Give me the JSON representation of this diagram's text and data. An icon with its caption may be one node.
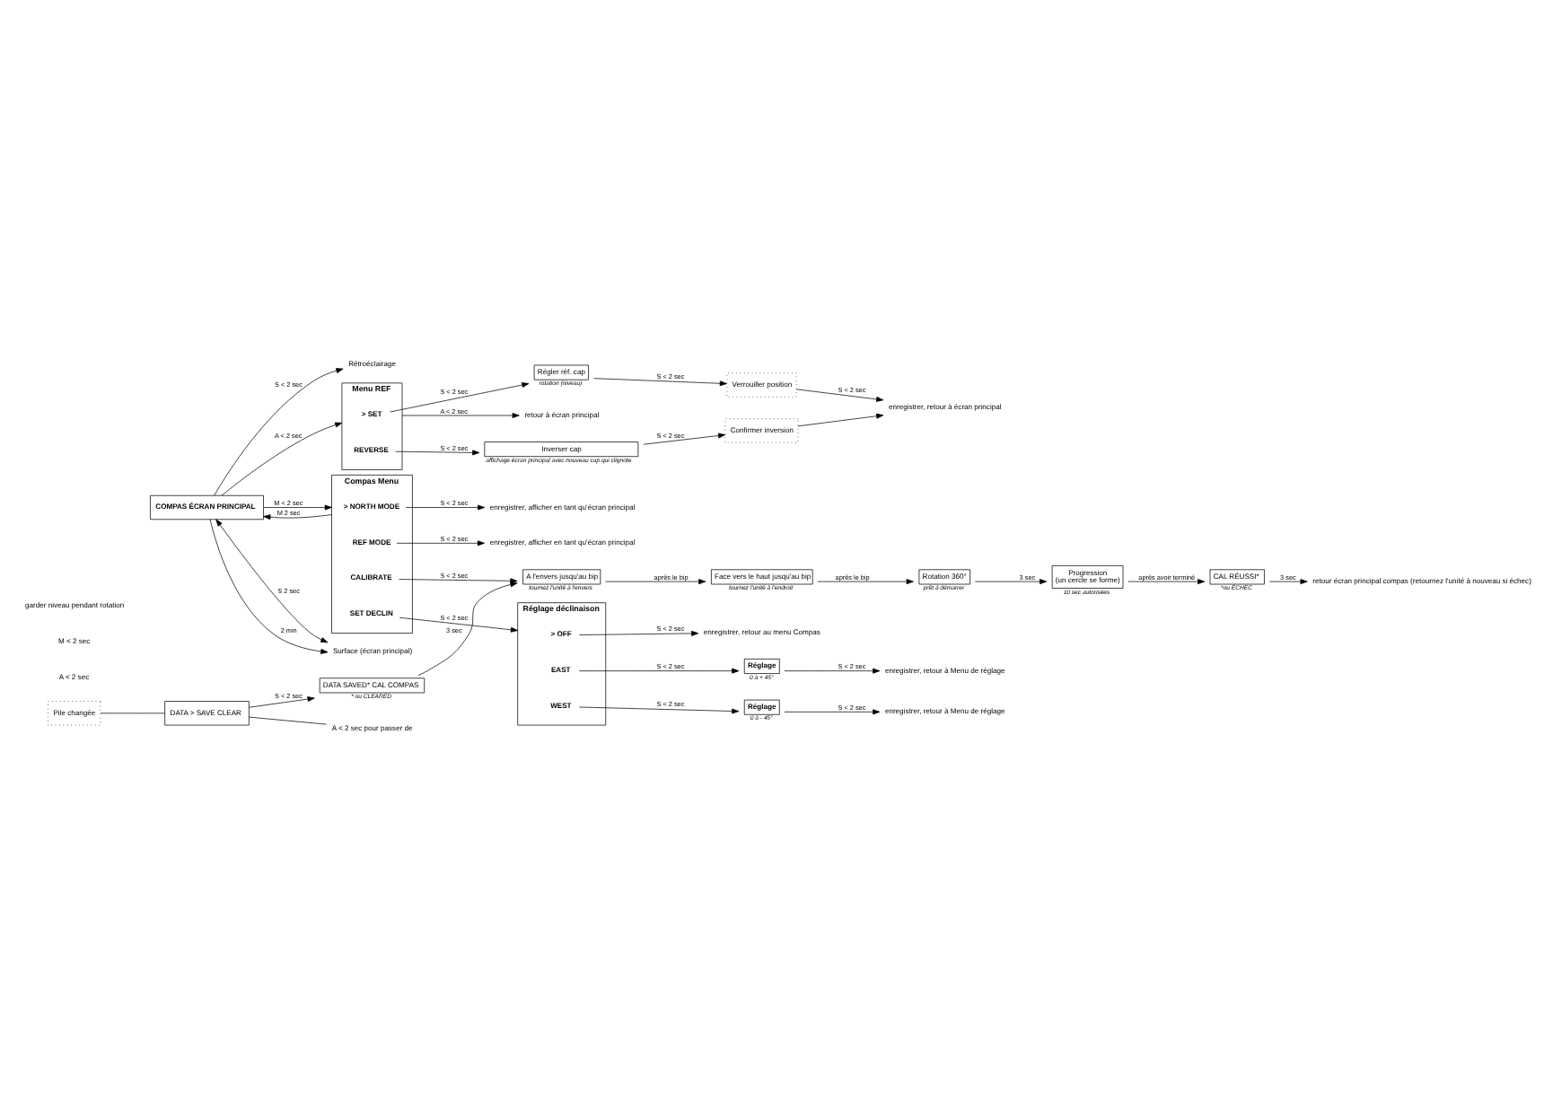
{
  "diagram": {
    "nodes": [
      {
        "text": [
          "Surface (écran principal)"
        ]
      },
      {
        "text": [
          "Rétroéclairage"
        ]
      },
      {
        "text": [
          "COMPAS ÉCRAN PRINCIPAL"
        ]
      },
      {
        "text": [
          "Menu REF"
        ]
      },
      {
        "text": [
          "> SET"
        ],
        "in": 3
      },
      {
        "text": [
          "REVERSE"
        ],
        "in": 3
      },
      {
        "text": [
          "retour à écran principal"
        ]
      },
      {
        "text": [
          "Régler réf. cap"
        ],
        "beside": [
          "rotation (niveau)"
        ]
      },
      {
        "text": [
          "Inverser cap"
        ],
        "beside": [
          "affichage écran principal avec nouveau cap qui clignote"
        ]
      },
      {
        "text": [
          "Verrouiller position"
        ]
      },
      {
        "text": [
          "Confirmer inversion"
        ]
      },
      {
        "text": [
          "enregistrer, retour à écran principal"
        ]
      },
      {
        "text": [
          "Compas Menu"
        ]
      },
      {
        "text": [
          "> NORTH MODE"
        ],
        "in": 12
      },
      {
        "text": [
          "REF MODE"
        ],
        "in": 12
      },
      {
        "text": [
          "CALIBRATE"
        ],
        "in": 12
      },
      {
        "text": [
          "SET DECLIN"
        ],
        "in": 12
      },
      {
        "text": [
          "enregistrer, afficher en tant qu'écran principal"
        ]
      },
      {
        "text": [
          "enregistrer, afficher en tant qu'écran principal"
        ]
      },
      {
        "text": [
          "Pile changée"
        ]
      },
      {
        "text": [
          "DATA SAVED* CAL COMPAS"
        ],
        "beside": [
          "* ou CLEARED"
        ]
      },
      {
        "text": [
          "DATA > SAVE CLEAR"
        ]
      },
      {
        "text": [
          "A < 2 sec pour passer de"
        ]
      },
      {
        "text": [
          "A l'envers jusqu'au bip"
        ],
        "beside": [
          "tournez l'unité à l'envers"
        ]
      },
      {
        "text": [
          "Face vers le haut jusqu'au bip"
        ],
        "beside": [
          "tournez l'unité à l'endroit"
        ]
      },
      {
        "text": [
          "Rotation 360°"
        ],
        "beside": [
          "prêt à démarrer"
        ]
      },
      {
        "text": [
          "Progression",
          "(un cercle se forme)"
        ],
        "beside": [
          "10 sec autorisées"
        ]
      },
      {
        "text": [
          "CAL RÉUSSI*"
        ],
        "beside": [
          "*ou ÉCHEC"
        ]
      },
      {
        "text": [
          "retour écran principal compas (retournez l'unité à nouveau si échec)"
        ]
      },
      {
        "text": [
          "Réglage déclinaison"
        ]
      },
      {
        "text": [
          "> OFF"
        ],
        "in": 29
      },
      {
        "text": [
          "EAST"
        ],
        "in": 29
      },
      {
        "text": [
          "WEST"
        ],
        "in": 29
      },
      {
        "text": [
          "enregistrer, retour au menu Compas"
        ]
      },
      {
        "text": [
          "Réglage"
        ],
        "beside": [
          "0 à + 45°"
        ]
      },
      {
        "text": [
          "Réglage"
        ],
        "beside": [
          "0 à - 45°"
        ]
      },
      {
        "text": [
          "enregistrer, retour à Menu de réglage"
        ]
      },
      {
        "text": [
          "enregistrer, retour à Menu de réglage"
        ]
      }
    ],
    "edges": [
      {
        "from": 2,
        "to": 0,
        "arrow": "both",
        "label": "S 2 sec"
      },
      {
        "from": 2,
        "to": 0,
        "arrow": "to",
        "label": "2 min"
      },
      {
        "from": 2,
        "to": 1,
        "arrow": "to",
        "label": "S < 2 sec"
      },
      {
        "from": 2,
        "to": 3,
        "arrow": "to",
        "label": "A < 2 sec"
      },
      {
        "from": 3,
        "to": 6,
        "arrow": "to",
        "label": "A < 2 sec"
      },
      {
        "from": 4,
        "to": 7,
        "arrow": "to",
        "label": "S < 2 sec"
      },
      {
        "from": 5,
        "to": 8,
        "arrow": "to",
        "label": "S < 2 sec"
      },
      {
        "from": 7,
        "to": 9,
        "arrow": "to",
        "label": "S < 2 sec"
      },
      {
        "from": 8,
        "to": 10,
        "arrow": "to",
        "label": "S < 2 sec"
      },
      {
        "from": 9,
        "to": 11,
        "arrow": "to",
        "label": "S < 2 sec"
      },
      {
        "from": 10,
        "to": 11,
        "arrow": "to"
      },
      {
        "from": 2,
        "to": 12,
        "arrow": "to",
        "label": "M < 2 sec"
      },
      {
        "from": 12,
        "to": 2,
        "arrow": "to",
        "label": "M 2 sec"
      },
      {
        "from": 13,
        "to": 17,
        "arrow": "to",
        "label": "S < 2 sec"
      },
      {
        "from": 14,
        "to": 18,
        "arrow": "to",
        "label": "S < 2 sec"
      },
      {
        "from": 15,
        "to": 23,
        "arrow": "to",
        "label": "S < 2 sec"
      },
      {
        "from": 16,
        "to": 29,
        "arrow": "to",
        "label": "S < 2 sec"
      },
      {
        "from": 19,
        "to": 21,
        "arrow": "none"
      },
      {
        "from": 21,
        "to": 20,
        "arrow": "to",
        "label": "S < 2 sec"
      },
      {
        "from": 21,
        "to": 22,
        "arrow": "none"
      },
      {
        "from": 20,
        "to": 23,
        "arrow": "to",
        "label": "3 sec"
      },
      {
        "from": 23,
        "to": 24,
        "arrow": "to",
        "label": "après le bip"
      },
      {
        "from": 24,
        "to": 25,
        "arrow": "to",
        "label": "après le bip"
      },
      {
        "from": 25,
        "to": 26,
        "arrow": "to",
        "label": "3 sec"
      },
      {
        "from": 26,
        "to": 27,
        "arrow": "to",
        "label": "après avoir terminé"
      },
      {
        "from": 27,
        "to": 28,
        "arrow": "to",
        "label": "3 sec"
      },
      {
        "from": 30,
        "to": 33,
        "arrow": "to",
        "label": "S < 2 sec"
      },
      {
        "from": 31,
        "to": 34,
        "arrow": "to",
        "label": "S < 2 sec"
      },
      {
        "from": 34,
        "to": 36,
        "arrow": "to",
        "label": "S < 2 sec"
      },
      {
        "from": 32,
        "to": 35,
        "arrow": "to",
        "label": "S < 2 sec"
      },
      {
        "from": 35,
        "to": 37,
        "arrow": "to",
        "label": "S < 2 sec"
      }
    ],
    "labels": [
      "A < 2 sec",
      "M < 2 sec",
      "garder niveau pendant rotation"
    ]
  }
}
